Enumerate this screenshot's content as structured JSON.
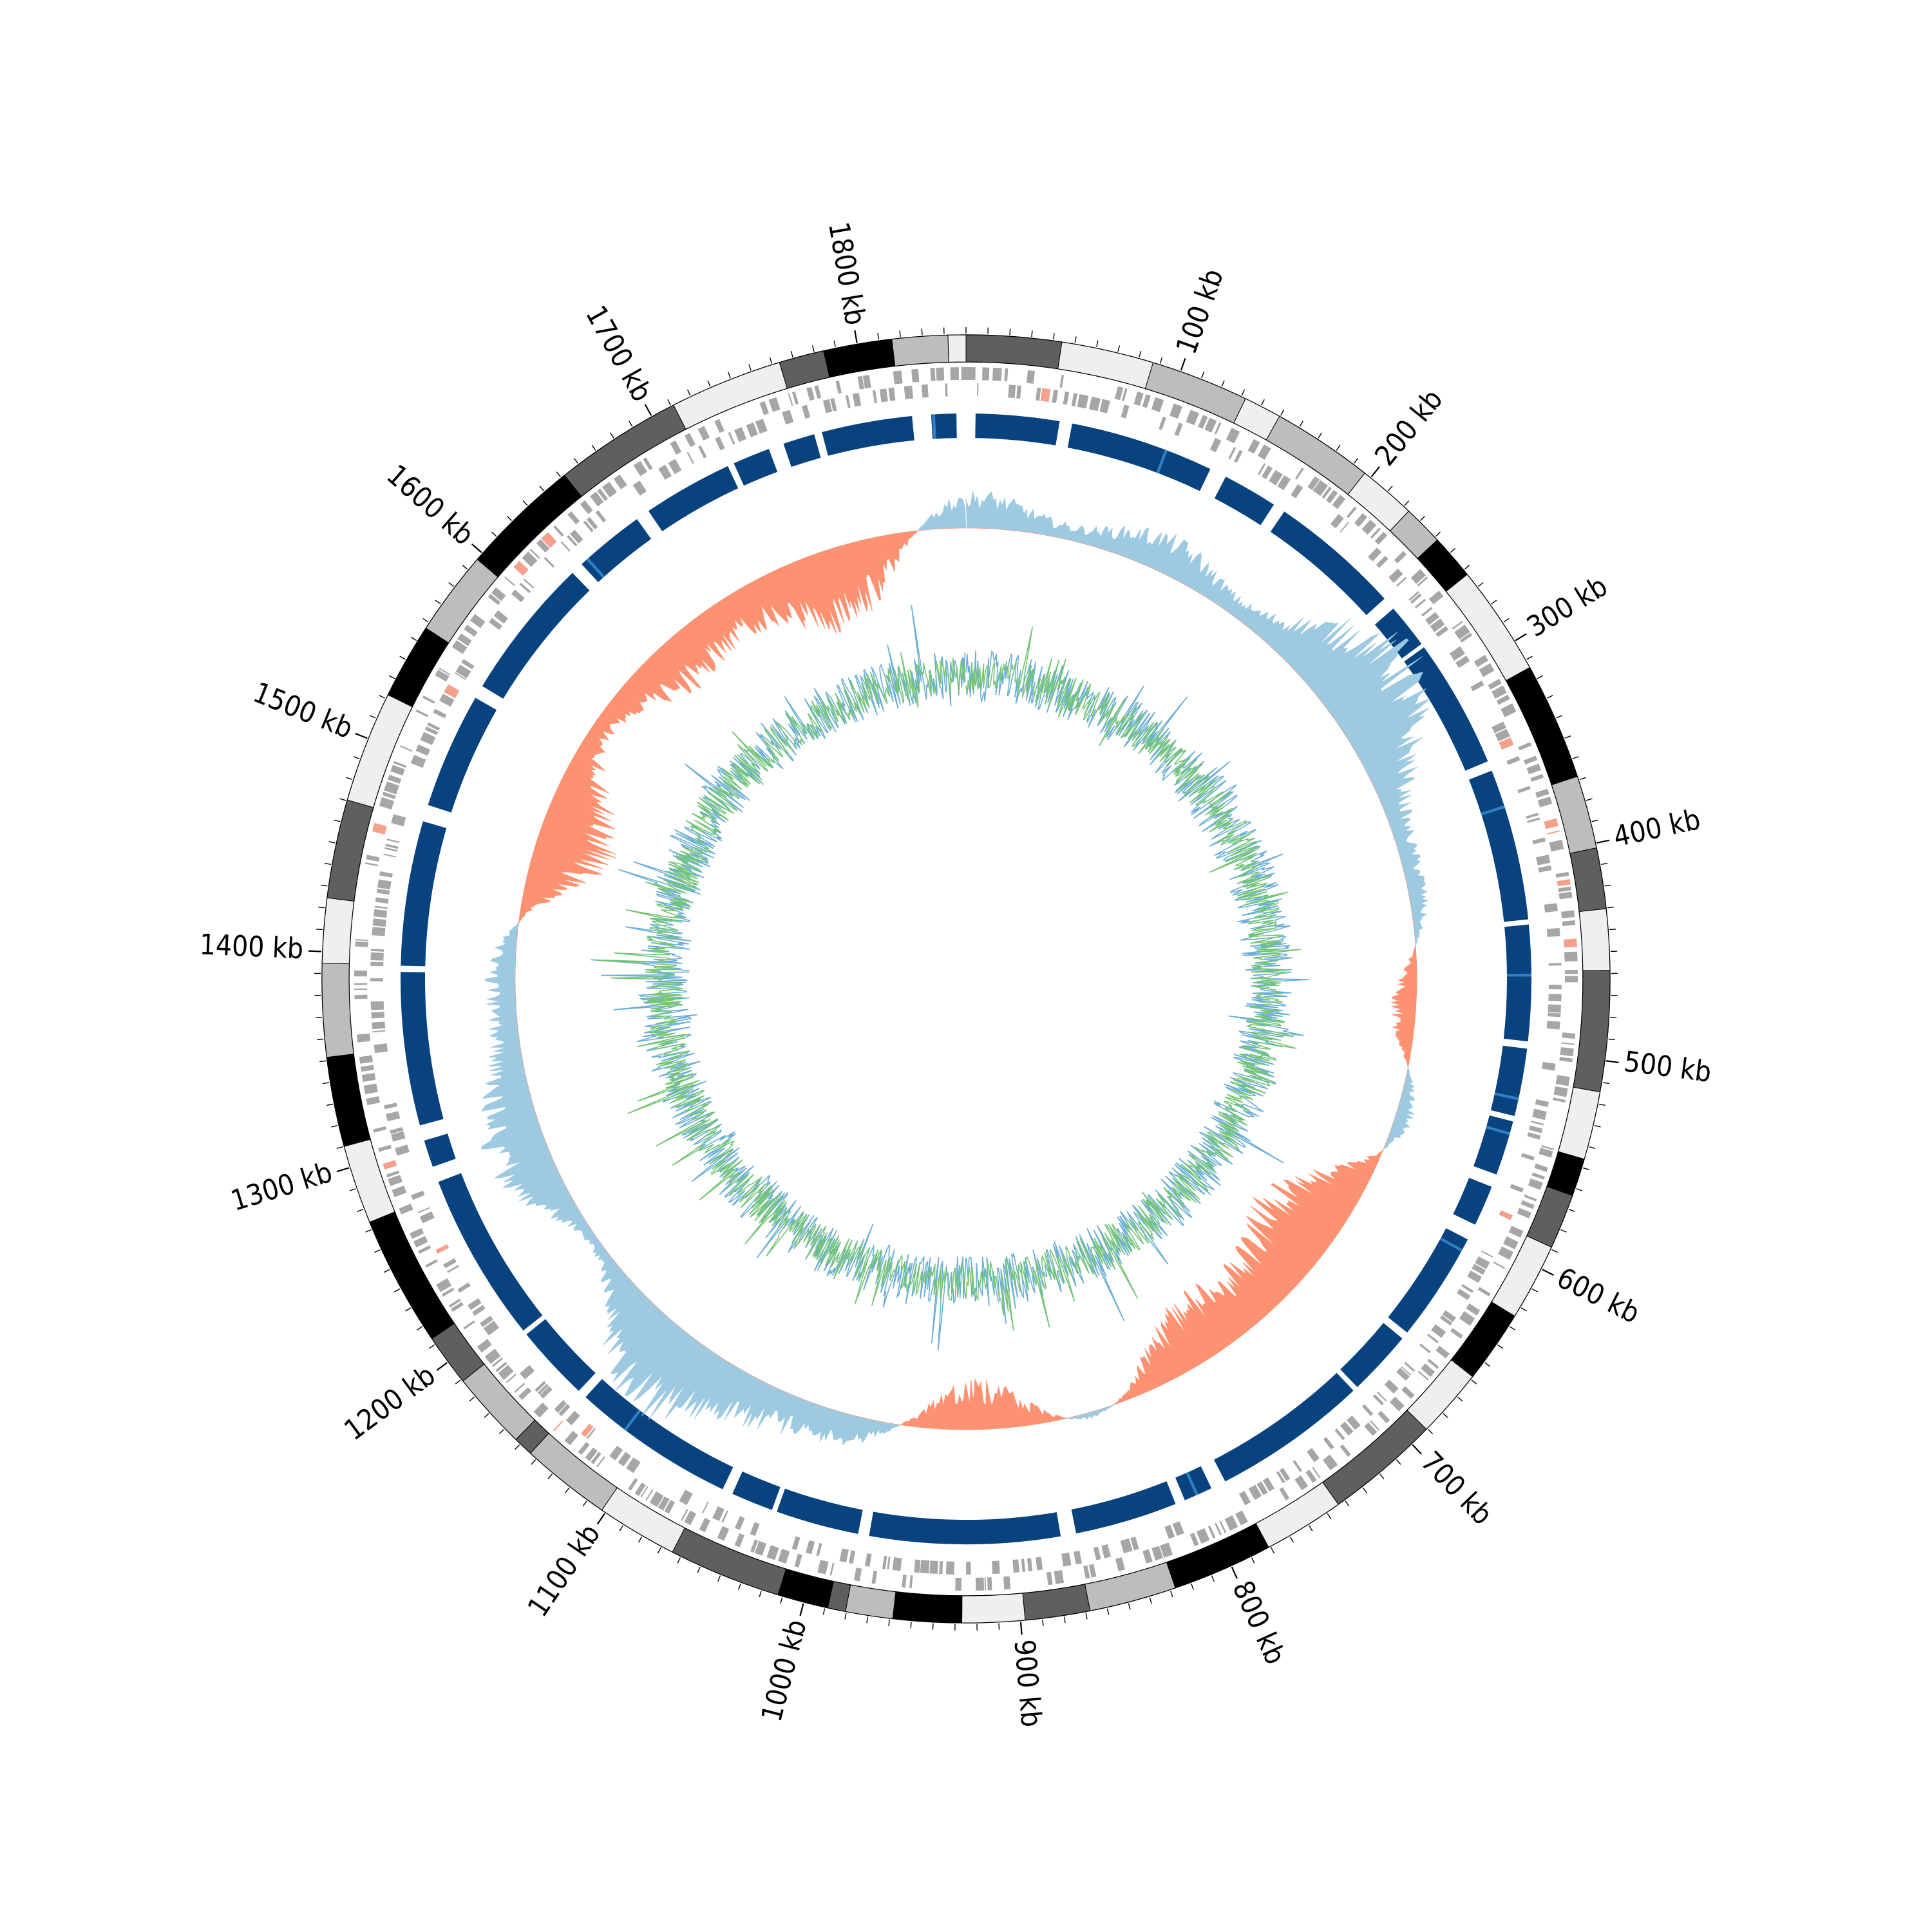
{
  "chart_data": {
    "type": "circos",
    "genome_length_kb": 1850,
    "tick_labels": [
      {
        "kb": 100,
        "label": "100 kb"
      },
      {
        "kb": 200,
        "label": "200 kb"
      },
      {
        "kb": 300,
        "label": "300 kb"
      },
      {
        "kb": 400,
        "label": "400 kb"
      },
      {
        "kb": 500,
        "label": "500 kb"
      },
      {
        "kb": 600,
        "label": "600 kb"
      },
      {
        "kb": 700,
        "label": "700 kb"
      },
      {
        "kb": 800,
        "label": "800 kb"
      },
      {
        "kb": 900,
        "label": "900 kb"
      },
      {
        "kb": 1000,
        "label": "1000 kb"
      },
      {
        "kb": 1100,
        "label": "1100 kb"
      },
      {
        "kb": 1200,
        "label": "1200 kb"
      },
      {
        "kb": 1300,
        "label": "1300 kb"
      },
      {
        "kb": 1400,
        "label": "1400 kb"
      },
      {
        "kb": 1500,
        "label": "1500 kb"
      },
      {
        "kb": 1600,
        "label": "1600 kb"
      },
      {
        "kb": 1700,
        "label": "1700 kb"
      },
      {
        "kb": 1800,
        "label": "1800 kb"
      }
    ],
    "minor_tick_kb": 10,
    "tracks": [
      {
        "name": "cytoband",
        "colors": [
          "#000000",
          "#5f5f5f",
          "#bdbdbd",
          "#efefef"
        ]
      },
      {
        "name": "genes",
        "color": "#a6a6a6",
        "highlight": "#f4a08a"
      },
      {
        "name": "blocks",
        "color": "#08427f",
        "highlight": "#2f7fc1"
      },
      {
        "name": "gc_skew",
        "positive_color": "#9ecae1",
        "negative_color": "#fc9272"
      },
      {
        "name": "gc_content",
        "colors": [
          "#6baed6",
          "#74c476"
        ]
      }
    ]
  }
}
